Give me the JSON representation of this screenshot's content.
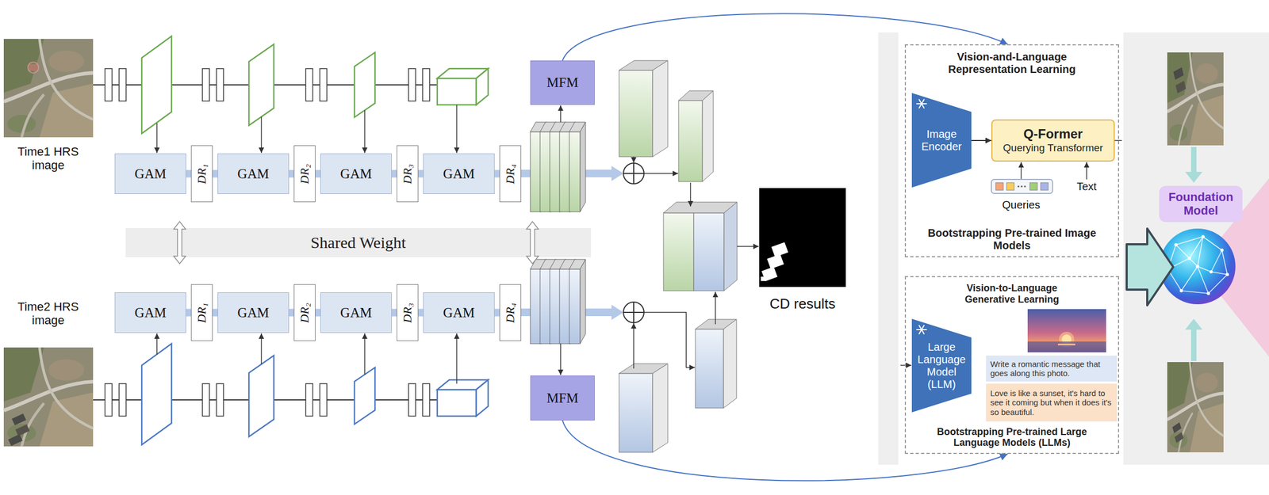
{
  "diagram": {
    "nodes": [
      {
        "text": [
          "GAM"
        ]
      },
      {
        "text": [
          "DR₁"
        ]
      },
      {
        "text": [
          "GAM"
        ]
      },
      {
        "text": [
          "DR₂"
        ]
      },
      {
        "text": [
          "GAM"
        ]
      },
      {
        "text": [
          "DR₃"
        ]
      },
      {
        "text": [
          "GAM"
        ]
      },
      {
        "text": [
          "DR₄"
        ]
      },
      {
        "text": [
          "MFM"
        ]
      },
      {
        "text": [
          "Shared Weight"
        ]
      },
      {
        "text": [
          "GAM"
        ]
      },
      {
        "text": [
          "DR₁"
        ]
      },
      {
        "text": [
          "GAM"
        ]
      },
      {
        "text": [
          "DR₂"
        ]
      },
      {
        "text": [
          "GAM"
        ]
      },
      {
        "text": [
          "DR₃"
        ]
      },
      {
        "text": [
          "GAM"
        ]
      },
      {
        "text": [
          "DR₄"
        ]
      },
      {
        "text": [
          "MFM"
        ]
      },
      {
        "text": [
          "Vision-and-Language Representation Learning",
          "Bootstrapping Pre-trained Image Models"
        ]
      },
      {
        "text": [
          "Image Encoder"
        ],
        "in": 19
      },
      {
        "text": [
          "Q-Former",
          "Querying Transformer"
        ],
        "in": 19
      },
      {
        "text": [
          "Vision-to-Language Generative Learning",
          "Bootstrapping Pre-trained Large Language Models (LLMs)"
        ]
      },
      {
        "text": [
          "Large Language Model (LLM)"
        ],
        "in": 22
      },
      {
        "text": [
          "Write a romantic message that goes along this photo."
        ],
        "in": 22
      },
      {
        "text": [
          "Love is like a sunset, it's hard to see it coming but when it does it's so beautiful."
        ],
        "in": 22
      },
      {
        "text": [
          "Foundation Model"
        ]
      }
    ],
    "edges": [
      {
        "from": 0,
        "to": 1,
        "arrow": "none"
      },
      {
        "from": 1,
        "to": 2,
        "arrow": "none"
      },
      {
        "from": 2,
        "to": 3,
        "arrow": "none"
      },
      {
        "from": 3,
        "to": 4,
        "arrow": "none"
      },
      {
        "from": 4,
        "to": 5,
        "arrow": "none"
      },
      {
        "from": 5,
        "to": 6,
        "arrow": "none"
      },
      {
        "from": 6,
        "to": 7,
        "arrow": "none"
      },
      {
        "from": 10,
        "to": 11,
        "arrow": "none"
      },
      {
        "from": 11,
        "to": 12,
        "arrow": "none"
      },
      {
        "from": 12,
        "to": 13,
        "arrow": "none"
      },
      {
        "from": 13,
        "to": 14,
        "arrow": "none"
      },
      {
        "from": 14,
        "to": 15,
        "arrow": "none"
      },
      {
        "from": 15,
        "to": 16,
        "arrow": "none"
      },
      {
        "from": 16,
        "to": 17,
        "arrow": "none"
      },
      {
        "from": 8,
        "to": 19,
        "arrow": "to"
      },
      {
        "from": 18,
        "to": 22,
        "arrow": "to"
      },
      {
        "from": 20,
        "to": 21,
        "arrow": "to"
      }
    ],
    "labels": [
      "Time1 HRS image",
      "Time2 HRS image",
      "CD results",
      "Queries",
      "Text"
    ]
  }
}
